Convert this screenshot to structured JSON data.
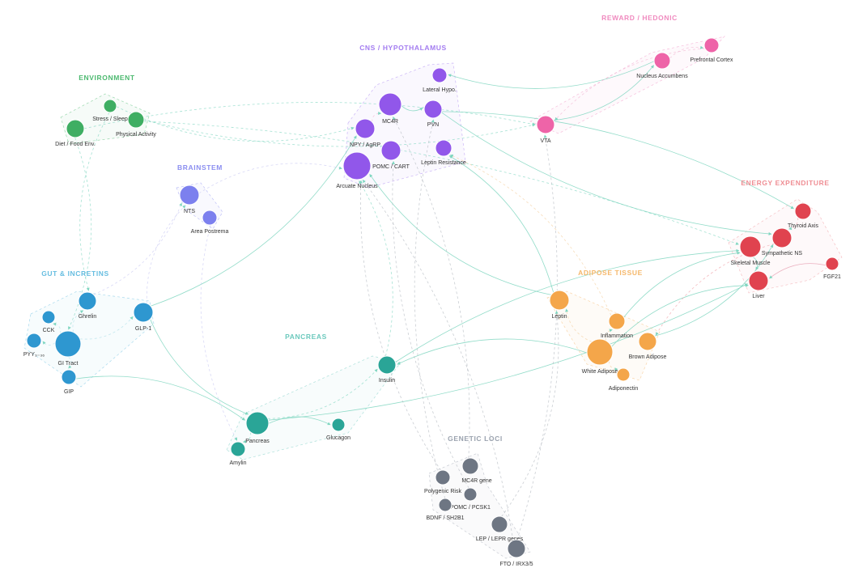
{
  "groups": [
    {
      "id": "environment",
      "label": "ENVIRONMENT",
      "color": "#4cb96f",
      "members": [
        "diet",
        "stress",
        "activity"
      ]
    },
    {
      "id": "cns",
      "label": "CNS / HYPOTHALAMUS",
      "color": "#a37cf0",
      "members": [
        "lateral",
        "mc4r",
        "pvn",
        "npy",
        "pomc",
        "leptres",
        "arcuate"
      ]
    },
    {
      "id": "reward",
      "label": "REWARD / HEDONIC",
      "color": "#f08abf",
      "members": [
        "pfc",
        "nacc",
        "vta"
      ]
    },
    {
      "id": "brainstem",
      "label": "BRAINSTEM",
      "color": "#8b8ef0",
      "members": [
        "nts",
        "ap"
      ]
    },
    {
      "id": "energy",
      "label": "ENERGY EXPENDITURE",
      "color": "#ef8e94",
      "members": [
        "thyroid",
        "symp",
        "skeletal",
        "fgf21",
        "liver"
      ]
    },
    {
      "id": "gut",
      "label": "GUT & INCRETINS",
      "color": "#66bde0",
      "members": [
        "ghrelin",
        "cck",
        "pyy",
        "gitract",
        "gip",
        "glp1"
      ]
    },
    {
      "id": "adipose",
      "label": "ADIPOSE TISSUE",
      "color": "#f5b76a",
      "members": [
        "leptin",
        "inflam",
        "brown",
        "white",
        "adipo"
      ]
    },
    {
      "id": "pancreas",
      "label": "PANCREAS",
      "color": "#6cc9bd",
      "members": [
        "insulin",
        "pancreas",
        "glucagon",
        "amylin"
      ]
    },
    {
      "id": "genetic",
      "label": "GENETIC LOCI",
      "color": "#9aa2ae",
      "members": [
        "mc4rgene",
        "polyrisk",
        "pcsk1",
        "bdnf",
        "lepgene",
        "fto"
      ]
    }
  ],
  "nodes": [
    {
      "id": "diet",
      "label": "Diet / Food Env.",
      "group": "environment",
      "color": "#3fae63"
    },
    {
      "id": "stress",
      "label": "Stress / Sleep",
      "group": "environment",
      "color": "#3fae63"
    },
    {
      "id": "activity",
      "label": "Physical Activity",
      "group": "environment",
      "color": "#3fae63"
    },
    {
      "id": "lateral",
      "label": "Lateral Hypo.",
      "group": "cns",
      "color": "#9157ea"
    },
    {
      "id": "mc4r",
      "label": "MC4R",
      "group": "cns",
      "color": "#9157ea"
    },
    {
      "id": "pvn",
      "label": "PVN",
      "group": "cns",
      "color": "#9157ea"
    },
    {
      "id": "npy",
      "label": "NPY / AgRP",
      "group": "cns",
      "color": "#9157ea"
    },
    {
      "id": "pomc",
      "label": "POMC / CART",
      "group": "cns",
      "color": "#9157ea"
    },
    {
      "id": "leptres",
      "label": "Leptin Resistance",
      "group": "cns",
      "color": "#9157ea"
    },
    {
      "id": "arcuate",
      "label": "Arcuate Nucleus",
      "group": "cns",
      "color": "#9157ea"
    },
    {
      "id": "pfc",
      "label": "Prefrontal Cortex",
      "group": "reward",
      "color": "#ee64a8"
    },
    {
      "id": "nacc",
      "label": "Nucleus Accumbens",
      "group": "reward",
      "color": "#ee64a8"
    },
    {
      "id": "vta",
      "label": "VTA",
      "group": "reward",
      "color": "#ee64a8"
    },
    {
      "id": "nts",
      "label": "NTS",
      "group": "brainstem",
      "color": "#7c80ee"
    },
    {
      "id": "ap",
      "label": "Area Postrema",
      "group": "brainstem",
      "color": "#7c80ee"
    },
    {
      "id": "thyroid",
      "label": "Thyroid Axis",
      "group": "energy",
      "color": "#e0434f"
    },
    {
      "id": "symp",
      "label": "Sympathetic NS",
      "group": "energy",
      "color": "#e0434f"
    },
    {
      "id": "skeletal",
      "label": "Skeletal Muscle",
      "group": "energy",
      "color": "#e0434f"
    },
    {
      "id": "fgf21",
      "label": "FGF21",
      "group": "energy",
      "color": "#e0434f"
    },
    {
      "id": "liver",
      "label": "Liver",
      "group": "energy",
      "color": "#e0434f"
    },
    {
      "id": "ghrelin",
      "label": "Ghrelin",
      "group": "gut",
      "color": "#2e97d0"
    },
    {
      "id": "cck",
      "label": "CCK",
      "group": "gut",
      "color": "#2e97d0"
    },
    {
      "id": "pyy",
      "label": "PYY₃₋₃₆",
      "group": "gut",
      "color": "#2e97d0"
    },
    {
      "id": "gitract",
      "label": "GI Tract",
      "group": "gut",
      "color": "#2e97d0"
    },
    {
      "id": "gip",
      "label": "GIP",
      "group": "gut",
      "color": "#2e97d0"
    },
    {
      "id": "glp1",
      "label": "GLP-1",
      "group": "gut",
      "color": "#2e97d0"
    },
    {
      "id": "leptin",
      "label": "Leptin",
      "group": "adipose",
      "color": "#f4a64a"
    },
    {
      "id": "inflam",
      "label": "Inflammation",
      "group": "adipose",
      "color": "#f4a64a"
    },
    {
      "id": "brown",
      "label": "Brown Adipose",
      "group": "adipose",
      "color": "#f4a64a"
    },
    {
      "id": "white",
      "label": "White Adipose",
      "group": "adipose",
      "color": "#f4a64a"
    },
    {
      "id": "adipo",
      "label": "Adiponectin",
      "group": "adipose",
      "color": "#f4a64a"
    },
    {
      "id": "insulin",
      "label": "Insulin",
      "group": "pancreas",
      "color": "#2aa597"
    },
    {
      "id": "pancreas",
      "label": "Pancreas",
      "group": "pancreas",
      "color": "#2aa597"
    },
    {
      "id": "glucagon",
      "label": "Glucagon",
      "group": "pancreas",
      "color": "#2aa597"
    },
    {
      "id": "amylin",
      "label": "Amylin",
      "group": "pancreas",
      "color": "#2aa597"
    },
    {
      "id": "mc4rgene",
      "label": "MC4R gene",
      "group": "genetic",
      "color": "#6e7683"
    },
    {
      "id": "polyrisk",
      "label": "Polygenic Risk",
      "group": "genetic",
      "color": "#6e7683"
    },
    {
      "id": "pcsk1",
      "label": "POMC / PCSK1",
      "group": "genetic",
      "color": "#6e7683"
    },
    {
      "id": "bdnf",
      "label": "BDNF / SH2B1",
      "group": "genetic",
      "color": "#6e7683"
    },
    {
      "id": "lepgene",
      "label": "LEP / LEPR genes",
      "group": "genetic",
      "color": "#6e7683"
    },
    {
      "id": "fto",
      "label": "FTO / IRX3/5",
      "group": "genetic",
      "color": "#6e7683"
    }
  ],
  "edges": [
    {
      "from": "glp1",
      "to": "npy",
      "style": "solid",
      "color": "#7fd6c0"
    },
    {
      "from": "nacc",
      "to": "lateral",
      "style": "solid",
      "color": "#7fd6c0"
    },
    {
      "from": "vta",
      "to": "nacc",
      "style": "solid",
      "color": "#7fd6c0"
    },
    {
      "from": "pvn",
      "to": "thyroid",
      "style": "solid",
      "color": "#7fd6c0"
    },
    {
      "from": "pvn",
      "to": "symp",
      "style": "solid",
      "color": "#7fd6c0"
    },
    {
      "from": "leptin",
      "to": "arcuate",
      "style": "solid",
      "color": "#7fd6c0"
    },
    {
      "from": "leptin",
      "to": "leptres",
      "style": "solid",
      "color": "#7fd6c0"
    },
    {
      "from": "insulin",
      "to": "skeletal",
      "style": "solid",
      "color": "#7fd6c0"
    },
    {
      "from": "pancreas",
      "to": "liver",
      "style": "solid",
      "color": "#7fd6c0"
    },
    {
      "from": "gip",
      "to": "pancreas",
      "style": "solid",
      "color": "#7fd6c0"
    },
    {
      "from": "glp1",
      "to": "pancreas",
      "style": "solid",
      "color": "#7fd6c0"
    },
    {
      "from": "pancreas",
      "to": "glucagon",
      "style": "solid",
      "color": "#7fd6c0"
    },
    {
      "from": "white",
      "to": "insulin",
      "style": "solid",
      "color": "#7fd6c0"
    },
    {
      "from": "inflam",
      "to": "skeletal",
      "style": "solid",
      "color": "#7fd6c0"
    },
    {
      "from": "brown",
      "to": "symp",
      "style": "solid",
      "color": "#7fd6c0"
    },
    {
      "from": "white",
      "to": "liver",
      "style": "solid",
      "color": "#7fd6c0"
    },
    {
      "from": "mc4r",
      "to": "pvn",
      "style": "solid",
      "color": "#7fd6c0"
    },
    {
      "from": "skeletal",
      "to": "liver",
      "style": "solid",
      "color": "#7fd6c0"
    },
    {
      "from": "fgf21",
      "to": "liver",
      "style": "solid",
      "color": "#e7a2b4"
    },
    {
      "from": "diet",
      "to": "vta",
      "style": "dashed",
      "color": "#7fd6c0"
    },
    {
      "from": "stress",
      "to": "npy",
      "style": "dashed",
      "color": "#7fd6c0"
    },
    {
      "from": "activity",
      "to": "skeletal",
      "style": "dashed",
      "color": "#7fd6c0"
    },
    {
      "from": "activity",
      "to": "vta",
      "style": "dashed",
      "color": "#7fd6c0"
    },
    {
      "from": "diet",
      "to": "gitract",
      "style": "dashed",
      "color": "#7fd6c0"
    },
    {
      "from": "stress",
      "to": "ghrelin",
      "style": "dashed",
      "color": "#7fd6c0"
    },
    {
      "from": "nts",
      "to": "arcuate",
      "style": "dashed",
      "color": "#c9c9f2"
    },
    {
      "from": "ap",
      "to": "amylin",
      "style": "dashed",
      "color": "#c9c9f2"
    },
    {
      "from": "glp1",
      "to": "nts",
      "style": "dashed",
      "color": "#c9c9f2"
    },
    {
      "from": "ghrelin",
      "to": "nts",
      "style": "dashed",
      "color": "#c9c9f2"
    },
    {
      "from": "gitract",
      "to": "ghrelin",
      "style": "dashed",
      "color": "#aee0e8"
    },
    {
      "from": "gitract",
      "to": "glp1",
      "style": "dashed",
      "color": "#aee0e8"
    },
    {
      "from": "gitract",
      "to": "gip",
      "style": "dashed",
      "color": "#aee0e8"
    },
    {
      "from": "gitract",
      "to": "cck",
      "style": "dashed",
      "color": "#aee0e8"
    },
    {
      "from": "gitract",
      "to": "pyy",
      "style": "dashed",
      "color": "#aee0e8"
    },
    {
      "from": "pancreas",
      "to": "insulin",
      "style": "dashed",
      "color": "#7fd6c0"
    },
    {
      "from": "pancreas",
      "to": "amylin",
      "style": "dashed",
      "color": "#7fd6c0"
    },
    {
      "from": "insulin",
      "to": "arcuate",
      "style": "dashed",
      "color": "#7fd6c0"
    },
    {
      "from": "white",
      "to": "leptin",
      "style": "dashed",
      "color": "#f3cf9e"
    },
    {
      "from": "white",
      "to": "adipo",
      "style": "dashed",
      "color": "#f3cf9e"
    },
    {
      "from": "white",
      "to": "inflam",
      "style": "dashed",
      "color": "#f3cf9e"
    },
    {
      "from": "inflam",
      "to": "leptres",
      "style": "dashed",
      "color": "#f3cf9e"
    },
    {
      "from": "nacc",
      "to": "pfc",
      "style": "dashed",
      "color": "#f2b6d3"
    },
    {
      "from": "pfc",
      "to": "vta",
      "style": "dashed",
      "color": "#f2b6d3"
    },
    {
      "from": "npy",
      "to": "mc4r",
      "style": "dashed",
      "color": "#f2b6d3"
    },
    {
      "from": "mc4rgene",
      "to": "mc4r",
      "style": "dashed",
      "color": "#b4b9c1"
    },
    {
      "from": "pcsk1",
      "to": "pomc",
      "style": "dashed",
      "color": "#b4b9c1"
    },
    {
      "from": "lepgene",
      "to": "leptin",
      "style": "dashed",
      "color": "#b4b9c1"
    },
    {
      "from": "bdnf",
      "to": "pvn",
      "style": "dashed",
      "color": "#b4b9c1"
    },
    {
      "from": "fto",
      "to": "arcuate",
      "style": "dashed",
      "color": "#b4b9c1"
    },
    {
      "from": "polyrisk",
      "to": "arcuate",
      "style": "dashed",
      "color": "#b4b9c1"
    },
    {
      "from": "fto",
      "to": "vta",
      "style": "dashed",
      "color": "#b4b9c1"
    },
    {
      "from": "thyroid",
      "to": "symp",
      "style": "dashed",
      "color": "#ef9ea5"
    },
    {
      "from": "symp",
      "to": "brown",
      "style": "dashed",
      "color": "#ef9ea5"
    }
  ]
}
